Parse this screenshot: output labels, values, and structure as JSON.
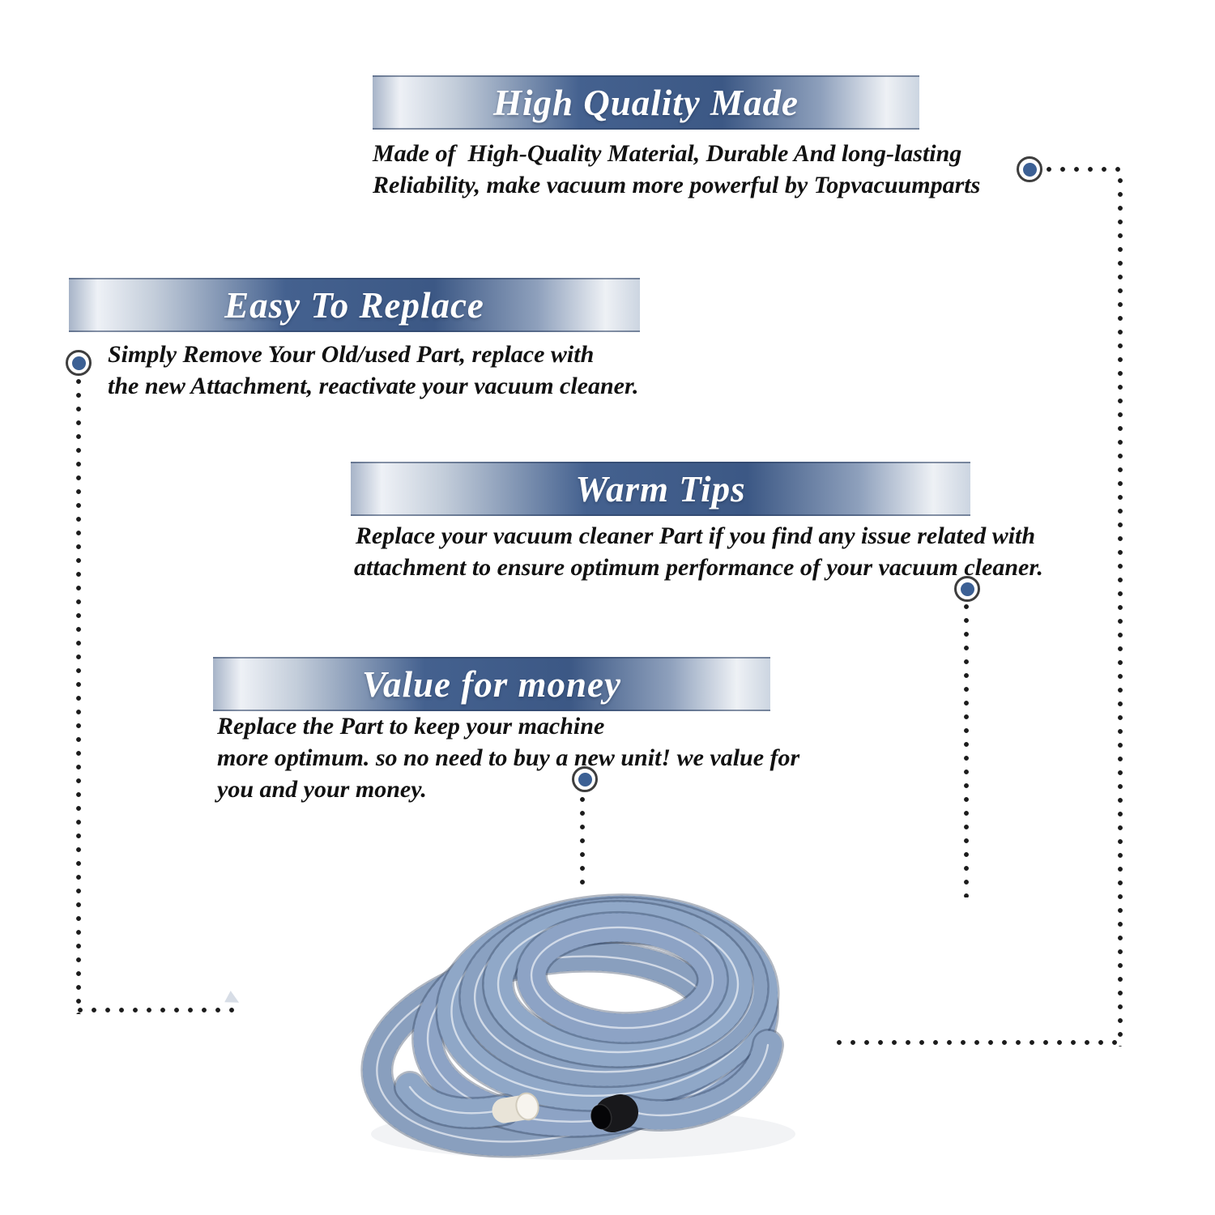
{
  "colors": {
    "banner_blue": "#42618f",
    "banner_blue_dark": "#3c5885",
    "marker_core_blue": "#3c6094",
    "marker_ring_gray": "#3e3e3e",
    "dot_black": "#1c1c1c",
    "title_white": "#ffffff",
    "body_text_black": "#111111",
    "hose_blue": "#5d779f",
    "hose_blue_light": "#6584af",
    "hose_blue_dark": "#58769f",
    "cuff_white": "#f6f3ec",
    "connector_black": "#1b1b1e"
  },
  "sections": [
    {
      "title": "High Quality Made",
      "body": [
        "Made of  High-Quality Material, Durable And long-lasting",
        "Reliability, make vacuum more powerful by Topvacuumparts"
      ]
    },
    {
      "title": "Easy To Replace",
      "body": [
        "Simply Remove Your Old/used Part, replace with",
        "the new Attachment, reactivate your vacuum cleaner."
      ]
    },
    {
      "title": "Warm Tips",
      "body": [
        "Replace your vacuum cleaner Part if you find any issue related with",
        "attachment to ensure optimum performance of your vacuum cleaner."
      ]
    },
    {
      "title": "Value for money",
      "body": [
        "Replace the Part to keep your machine",
        "more optimum. so no need to buy a new unit! we value for",
        "you and your money."
      ]
    }
  ],
  "product": {
    "name": "Coiled blue corrugated vacuum hose with white cuff end and black connector end"
  }
}
